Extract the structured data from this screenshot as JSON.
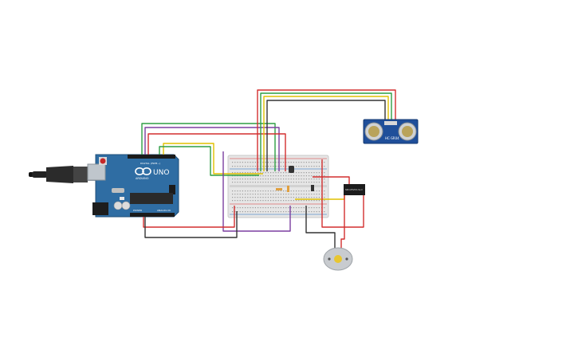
{
  "arduino": {
    "brand": "ARDUINO",
    "model": "UNO",
    "digital_header_label": "DIGITAL (PWM~)",
    "analog_header_label": "ANALOG IN",
    "power_header_label": "POWER"
  },
  "sensor": {
    "model_label": "HC-SR04"
  },
  "relay": {
    "label": "SRD-05VDC-SL-C"
  },
  "colors": {
    "wire_red": "#d32f2f",
    "wire_green": "#2e9e44",
    "wire_yellow": "#e0c000",
    "wire_purple": "#7b3fa0",
    "wire_black": "#333333",
    "board_blue": "#2f6da3",
    "sensor_blue": "#1f4f9a",
    "breadboard": "#e6e6e6"
  }
}
